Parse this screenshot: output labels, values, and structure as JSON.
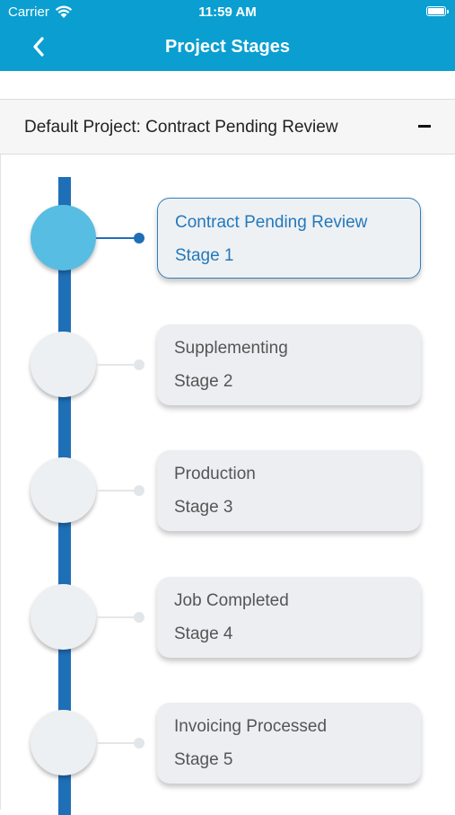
{
  "status_bar": {
    "carrier": "Carrier",
    "time": "11:59 AM"
  },
  "nav": {
    "title": "Project Stages",
    "back_icon": "chevron-left-icon"
  },
  "colors": {
    "header_bg": "#0a9fd0",
    "rail": "#1f6fb7",
    "active_node": "#58bde2",
    "active_text": "#2478bd"
  },
  "project": {
    "title": "Default Project: Contract Pending Review",
    "expanded": true
  },
  "stages": [
    {
      "name": "Contract Pending Review",
      "stage": "Stage 1",
      "active": true
    },
    {
      "name": "Supplementing",
      "stage": "Stage 2",
      "active": false
    },
    {
      "name": "Production",
      "stage": "Stage 3",
      "active": false
    },
    {
      "name": "Job Completed",
      "stage": "Stage 4",
      "active": false
    },
    {
      "name": "Invoicing Processed",
      "stage": "Stage 5",
      "active": false
    }
  ]
}
